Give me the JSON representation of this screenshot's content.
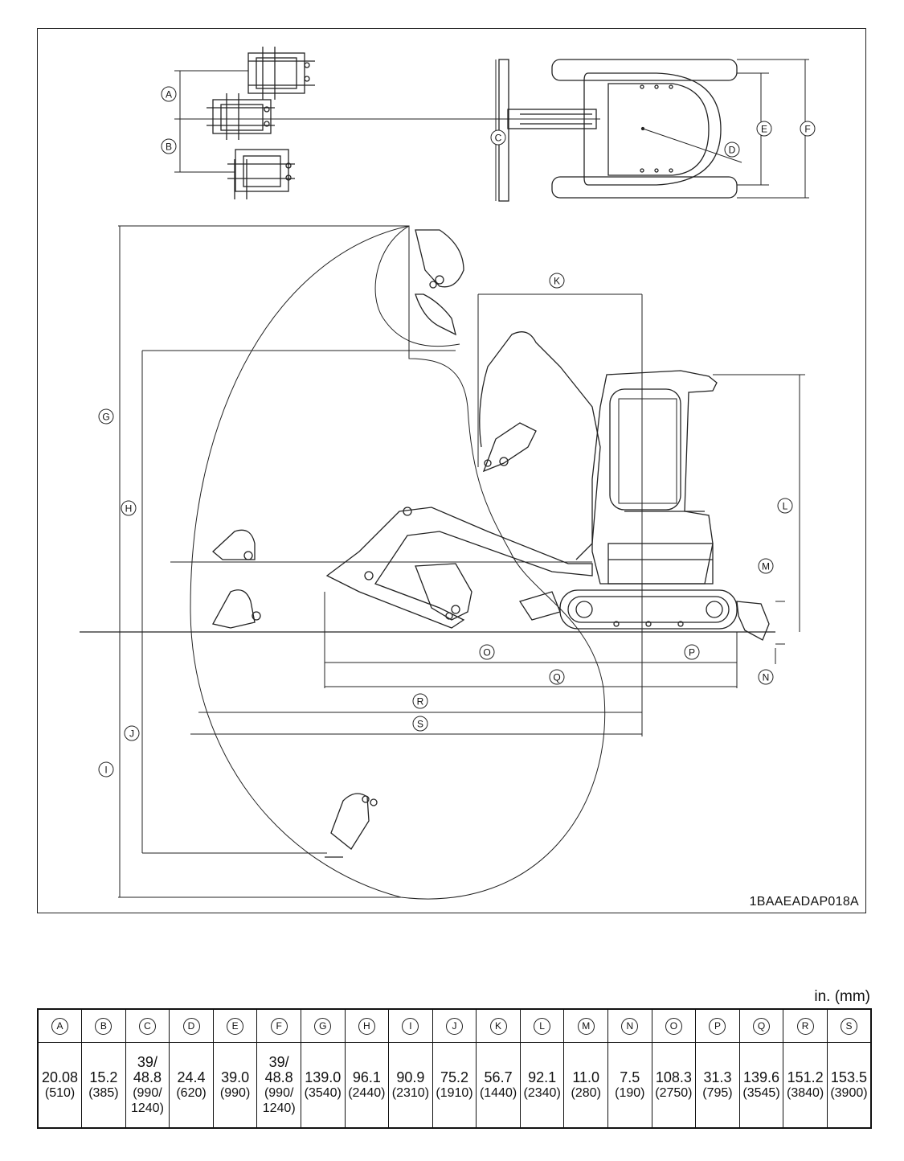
{
  "figure_ref": "1BAAEADAP018A",
  "unit": "in. (mm)",
  "callouts": [
    "A",
    "B",
    "C",
    "D",
    "E",
    "F",
    "G",
    "H",
    "I",
    "J",
    "K",
    "L",
    "M",
    "N",
    "O",
    "P",
    "Q",
    "R",
    "S"
  ],
  "columns": [
    {
      "letter": "A",
      "in": "20.08",
      "mm": "(510)"
    },
    {
      "letter": "B",
      "in": "15.2",
      "mm": "(385)"
    },
    {
      "letter": "C",
      "top": "39/",
      "in": "48.8",
      "mm": "(990/",
      "mm2": "1240)"
    },
    {
      "letter": "D",
      "in": "24.4",
      "mm": "(620)"
    },
    {
      "letter": "E",
      "in": "39.0",
      "mm": "(990)"
    },
    {
      "letter": "F",
      "top": "39/",
      "in": "48.8",
      "mm": "(990/",
      "mm2": "1240)"
    },
    {
      "letter": "G",
      "in": "139.0",
      "mm": "(3540)"
    },
    {
      "letter": "H",
      "in": "96.1",
      "mm": "(2440)"
    },
    {
      "letter": "I",
      "in": "90.9",
      "mm": "(2310)"
    },
    {
      "letter": "J",
      "in": "75.2",
      "mm": "(1910)"
    },
    {
      "letter": "K",
      "in": "56.7",
      "mm": "(1440)"
    },
    {
      "letter": "L",
      "in": "92.1",
      "mm": "(2340)"
    },
    {
      "letter": "M",
      "in": "11.0",
      "mm": "(280)"
    },
    {
      "letter": "N",
      "in": "7.5",
      "mm": "(190)"
    },
    {
      "letter": "O",
      "in": "108.3",
      "mm": "(2750)"
    },
    {
      "letter": "P",
      "in": "31.3",
      "mm": "(795)"
    },
    {
      "letter": "Q",
      "in": "139.6",
      "mm": "(3545)"
    },
    {
      "letter": "R",
      "in": "151.2",
      "mm": "(3840)"
    },
    {
      "letter": "S",
      "in": "153.5",
      "mm": "(3900)"
    }
  ]
}
